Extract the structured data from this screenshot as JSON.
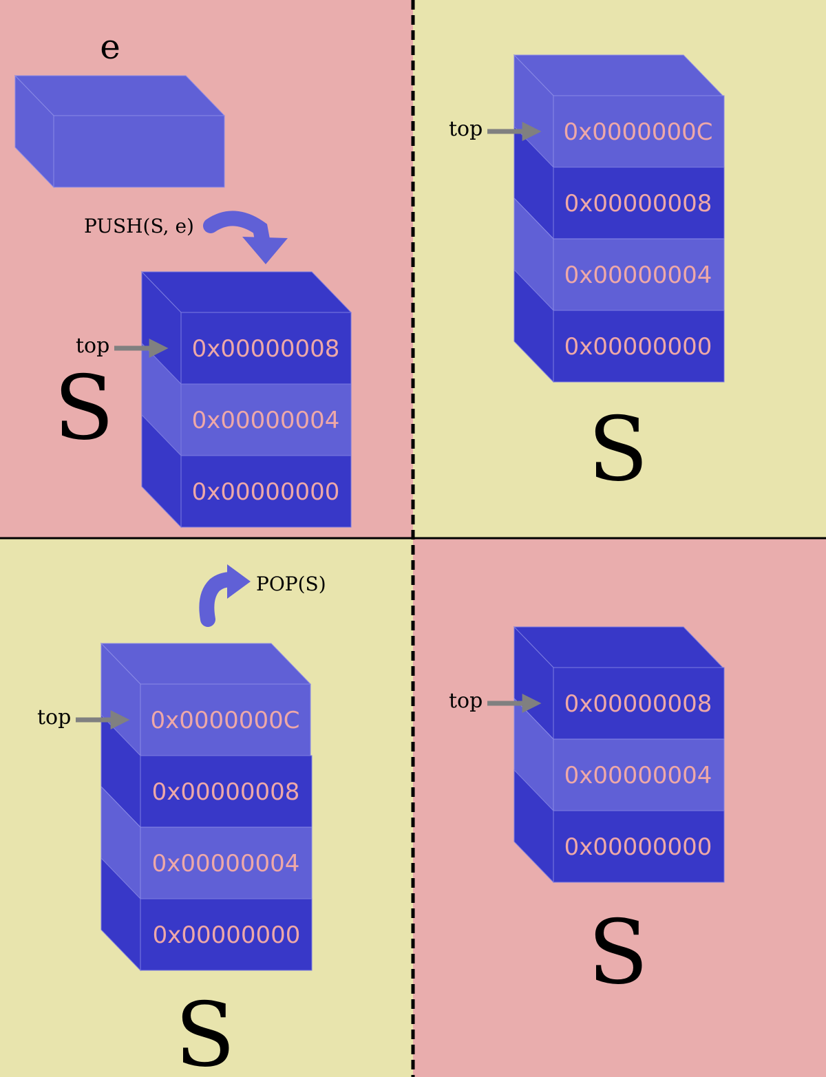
{
  "colors": {
    "pink": "#e9adad",
    "yellow": "#e8e4ad",
    "dark_block": "#3838c8",
    "light_block": "#6060d6",
    "address_text": "#eea8a8",
    "arrow_gray": "#808080",
    "divider": "#000000"
  },
  "block_e": {
    "label": "e"
  },
  "panels": [
    {
      "name": "panel-top-left",
      "operation": {
        "label": "PUSH(S, e)"
      },
      "top_pointer": {
        "label": "top"
      },
      "stack_label": "S",
      "cells": [
        "0x00000008",
        "0x00000004",
        "0x00000000"
      ]
    },
    {
      "name": "panel-top-right",
      "top_pointer": {
        "label": "top"
      },
      "stack_label": "S",
      "cells": [
        "0x0000000C",
        "0x00000008",
        "0x00000004",
        "0x00000000"
      ]
    },
    {
      "name": "panel-bottom-left",
      "operation": {
        "label": "POP(S)"
      },
      "top_pointer": {
        "label": "top"
      },
      "stack_label": "S",
      "cells": [
        "0x0000000C",
        "0x00000008",
        "0x00000004",
        "0x00000000"
      ]
    },
    {
      "name": "panel-bottom-right",
      "top_pointer": {
        "label": "top"
      },
      "stack_label": "S",
      "cells": [
        "0x00000008",
        "0x00000004",
        "0x00000000"
      ]
    }
  ]
}
